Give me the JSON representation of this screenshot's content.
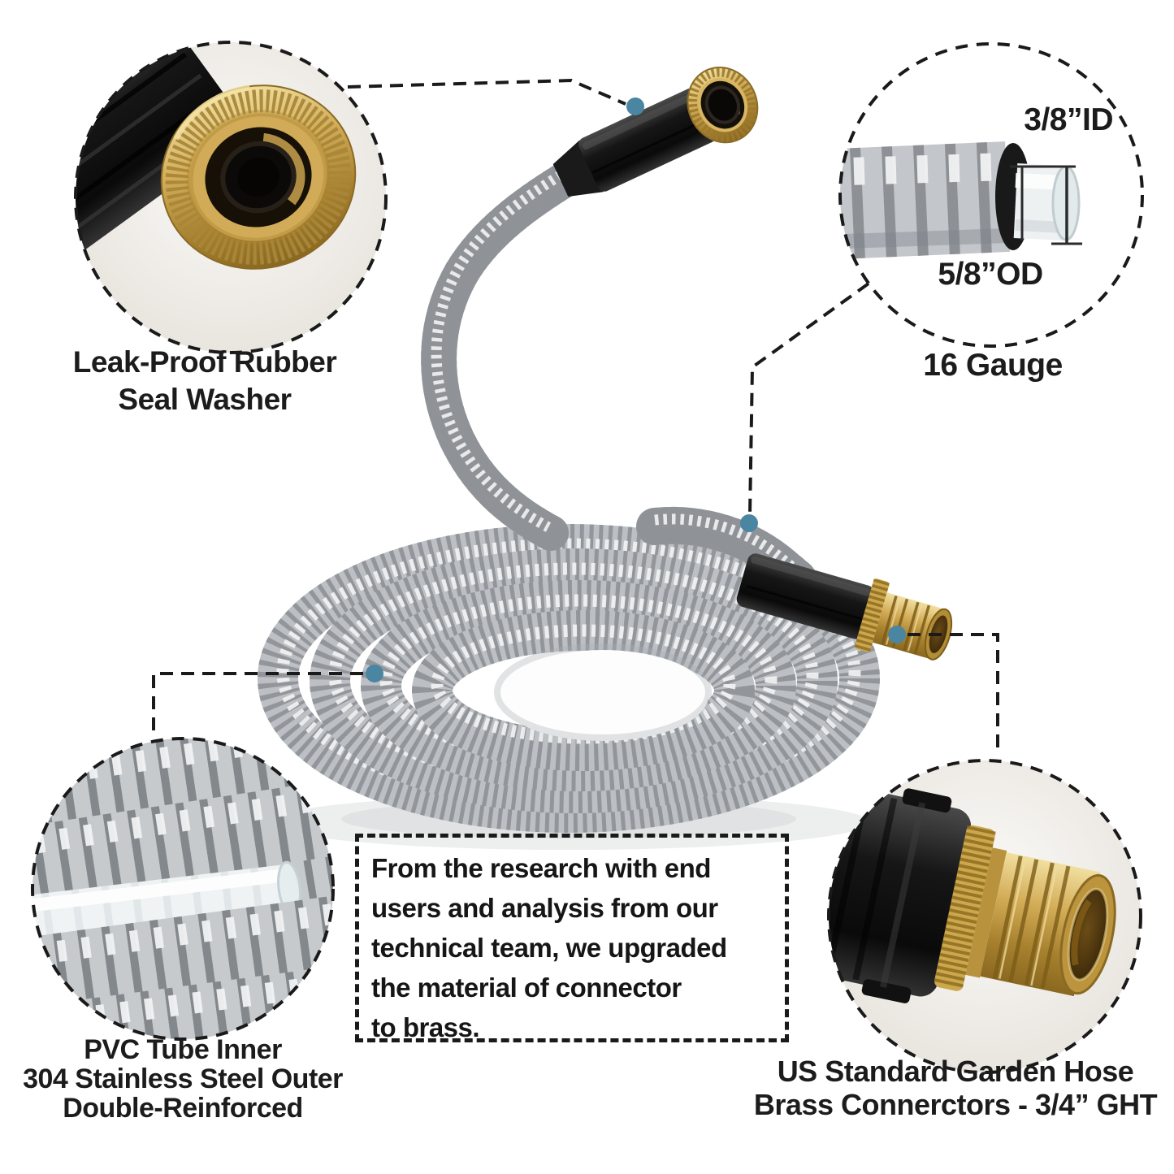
{
  "image": {
    "kind": "product-infographic",
    "subject": "stainless steel garden hose with brass connectors",
    "background": "#ffffff"
  },
  "palette": {
    "text": "#1c1c1c",
    "dashed_lines": "#1a1a1a",
    "marker_dot": "#4a86a2",
    "brass": "#d4ad58",
    "brass_dark": "#8a6820",
    "black_plastic": "#161616",
    "steel_light": "#f2f3f4",
    "steel_mid": "#bcc0c4",
    "steel_dark": "#5f646a",
    "pvc_white": "#eef1f2"
  },
  "callouts": {
    "top_left": {
      "lines": [
        "Leak-Proof Rubber",
        "Seal Washer"
      ]
    },
    "top_right": {
      "id_label": "3/8”ID",
      "od_label": "5/8”OD",
      "caption": "16 Gauge"
    },
    "bottom_left": {
      "lines": [
        "PVC Tube Inner",
        "304 Stainless Steel Outer",
        "Double-Reinforced"
      ]
    },
    "bottom_right": {
      "lines": [
        "US Standard Garden Hose",
        "Brass Connerctors - 3/4” GHT"
      ]
    }
  },
  "note_box": {
    "lines": [
      "From the research with end",
      "users and analysis from our",
      "technical team, we upgraded",
      "the material of connector",
      "to brass."
    ]
  }
}
